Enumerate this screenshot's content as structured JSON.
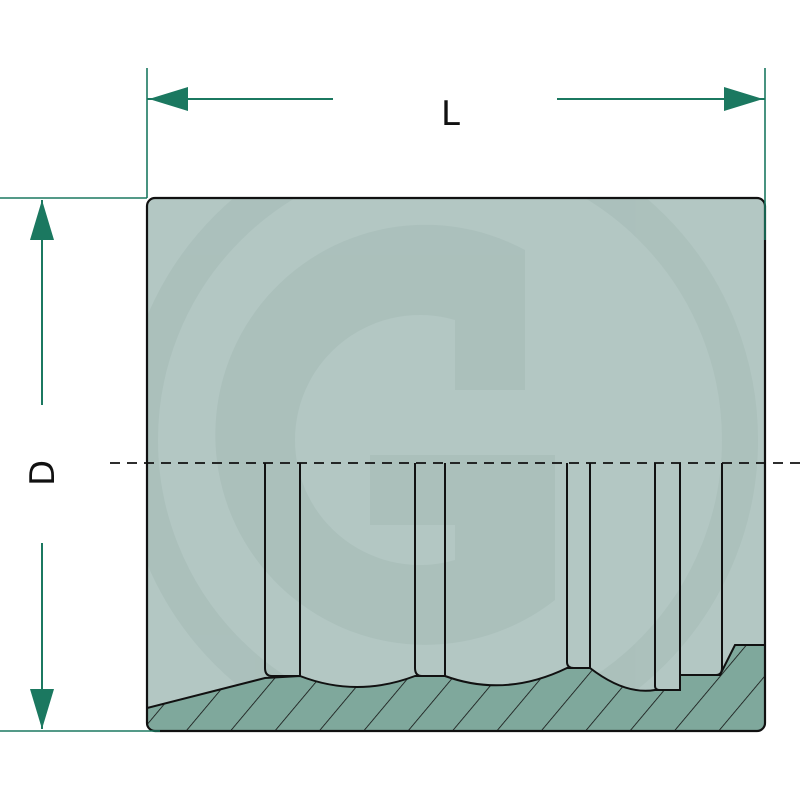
{
  "diagram": {
    "type": "hose-ferrule-cross-section",
    "dimensions": {
      "length_label": "L",
      "diameter_label": "D"
    },
    "colors": {
      "body_fill": "#b3c7c3",
      "section_hatch_fill": "#7fa89c",
      "outline": "#111111",
      "dimension_arrows": "#1b7860",
      "watermark": "#9fb6b1"
    },
    "watermark_icon": "g-logo-watermark-icon"
  }
}
